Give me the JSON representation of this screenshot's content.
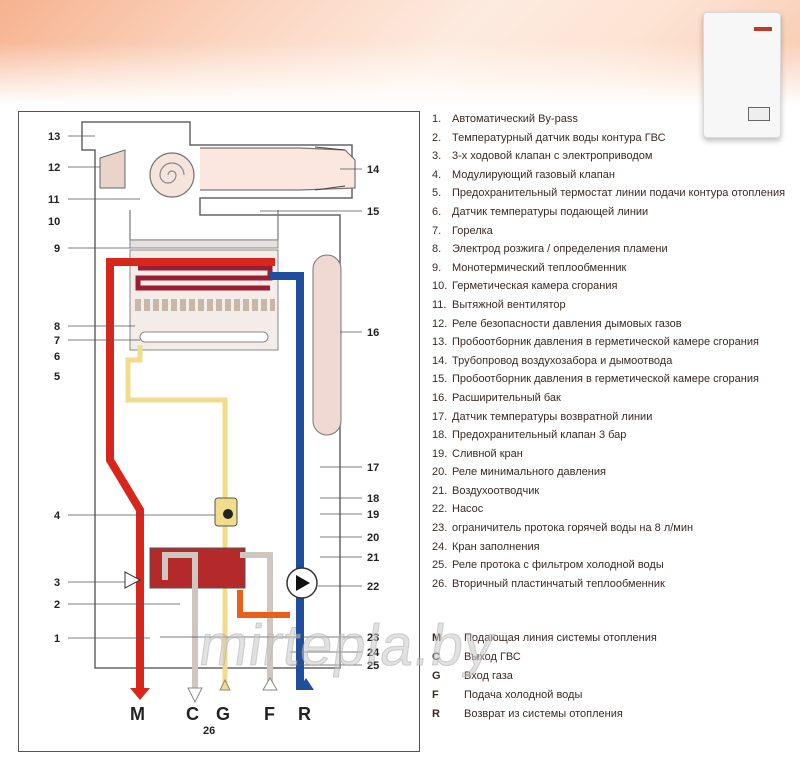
{
  "legend": [
    {
      "num": "1.",
      "text": "Автоматический By-pass"
    },
    {
      "num": "2.",
      "text": "Температурный датчик воды контура ГВС"
    },
    {
      "num": "3.",
      "text": "3-х ходовой клапан с электроприводом"
    },
    {
      "num": "4.",
      "text": "Модулирующий газовый клапан"
    },
    {
      "num": "5.",
      "text": "Предохранительный термостат линии подачи контура отопления"
    },
    {
      "num": "6.",
      "text": "Датчик температуры подающей линии"
    },
    {
      "num": "7.",
      "text": "Горелка"
    },
    {
      "num": "8.",
      "text": "Электрод розжига / определения пламени"
    },
    {
      "num": "9.",
      "text": "Монотермический теплообменник"
    },
    {
      "num": "10.",
      "text": "Герметическая камера сгорания"
    },
    {
      "num": "11.",
      "text": "Вытяжной вентилятор"
    },
    {
      "num": "12.",
      "text": "Реле безопасности давления дымовых газов"
    },
    {
      "num": "13.",
      "text": "Пробоотборник давления в герметической камере сгорания"
    },
    {
      "num": "14.",
      "text": "Трубопровод воздухозабора и дымоотвода"
    },
    {
      "num": "15.",
      "text": "Пробоотборник давления в герметической камере сгорания"
    },
    {
      "num": "16.",
      "text": "Расширительный бак"
    },
    {
      "num": "17.",
      "text": "Датчик температуры возвратной линии"
    },
    {
      "num": "18.",
      "text": "Предохранительный клапан 3 бар"
    },
    {
      "num": "19.",
      "text": "Сливной кран"
    },
    {
      "num": "20.",
      "text": "Реле минимального давления"
    },
    {
      "num": "21.",
      "text": "Воздухоотводчик"
    },
    {
      "num": "22.",
      "text": "Насос"
    },
    {
      "num": "23.",
      "text": "ограничитель протока горячей воды на 8 л/мин"
    },
    {
      "num": "24.",
      "text": "Кран заполнения"
    },
    {
      "num": "25.",
      "text": "Реле протока с фильтром холодной воды"
    },
    {
      "num": "26.",
      "text": "Вторичный пластинчатый теплообменник"
    }
  ],
  "connections": [
    {
      "key": "M",
      "text": "Подающая линия системы отопления"
    },
    {
      "key": "C",
      "text": "Выход ГВС"
    },
    {
      "key": "G",
      "text": "Вход газа"
    },
    {
      "key": "F",
      "text": "Подача холодной воды"
    },
    {
      "key": "R",
      "text": "Возврат из системы отопления"
    }
  ],
  "diagram_labels": {
    "l1": "1",
    "l2": "2",
    "l3": "3",
    "l4": "4",
    "l5": "5",
    "l6": "6",
    "l7": "7",
    "l8": "8",
    "l9": "9",
    "l10": "10",
    "l11": "11",
    "l12": "12",
    "l13": "13",
    "l14": "14",
    "l15": "15",
    "l16": "16",
    "l17": "17",
    "l18": "18",
    "l19": "19",
    "l20": "20",
    "l21": "21",
    "l22": "22",
    "l23": "23",
    "l24": "24",
    "l25": "25",
    "l26": "26"
  },
  "outlets": {
    "m": "M",
    "c": "C",
    "g": "G",
    "f": "F",
    "r": "R"
  },
  "watermark": "mirtepla.by",
  "colors": {
    "supply": "#d8261c",
    "return": "#1f4f9c",
    "gas": "#f0dc8a",
    "dhw": "#cfc7bf",
    "heat_exchanger": "#b42a2a",
    "expansion_tank": "#efd9d2"
  }
}
